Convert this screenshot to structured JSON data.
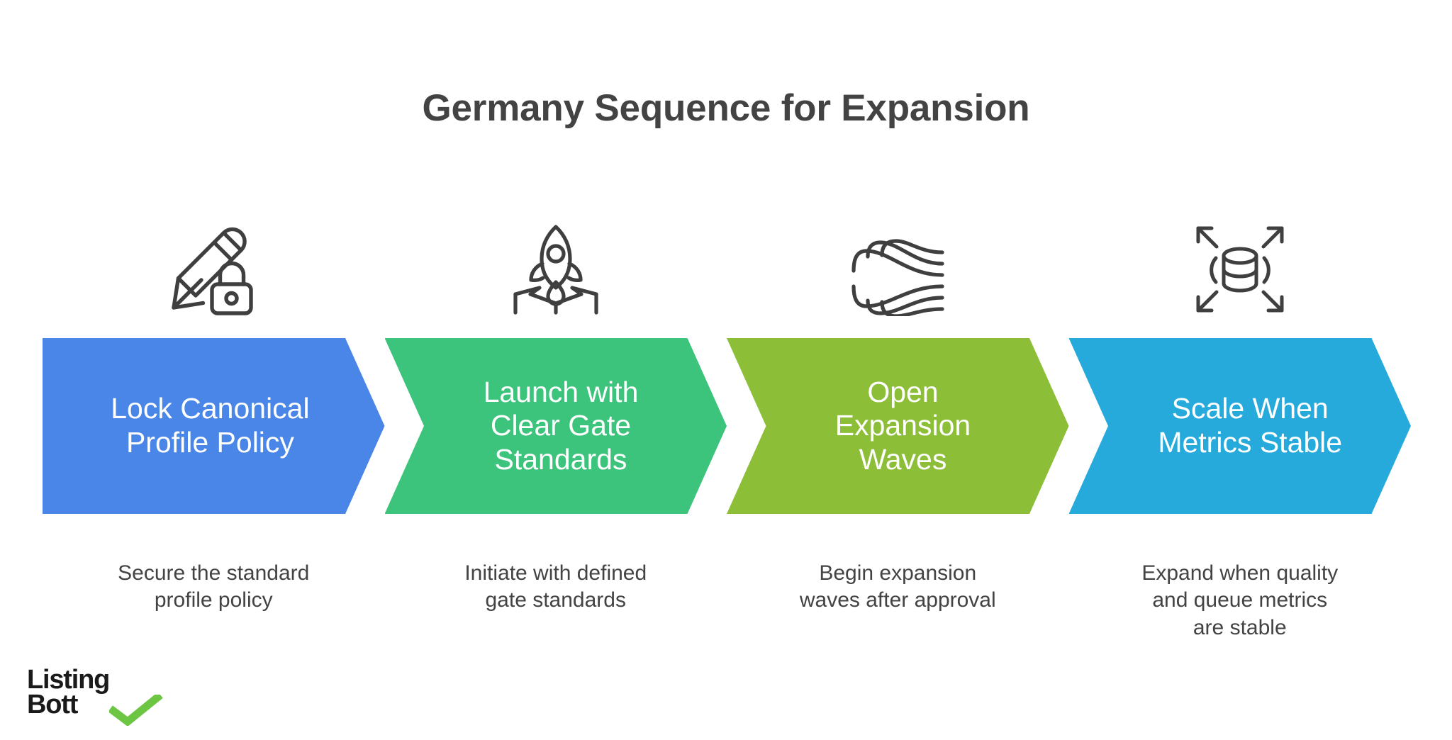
{
  "title": "Germany Sequence for Expansion",
  "background_color": "#ffffff",
  "title_color": "#434343",
  "steps": [
    {
      "label": "Lock Canonical\nProfile Policy",
      "caption": "Secure the standard\nprofile policy",
      "color": "#4a86e8",
      "icon": "pencil-lock-icon"
    },
    {
      "label": "Launch with\nClear Gate\nStandards",
      "caption": "Initiate with defined\ngate standards",
      "color": "#3cc47c",
      "icon": "rocket-launch-platform-icon"
    },
    {
      "label": "Open\nExpansion\nWaves",
      "caption": "Begin expansion\nwaves after approval",
      "color": "#8cbe38",
      "icon": "flowing-waves-icon"
    },
    {
      "label": "Scale When\nMetrics Stable",
      "caption": "Expand when quality\nand queue metrics\nare stable",
      "color": "#26aadc",
      "icon": "database-expand-icon"
    }
  ],
  "logo": {
    "line1": "Listing",
    "line2": "Bott",
    "check_color": "#6cc644",
    "text_color": "#1a1a1a"
  }
}
